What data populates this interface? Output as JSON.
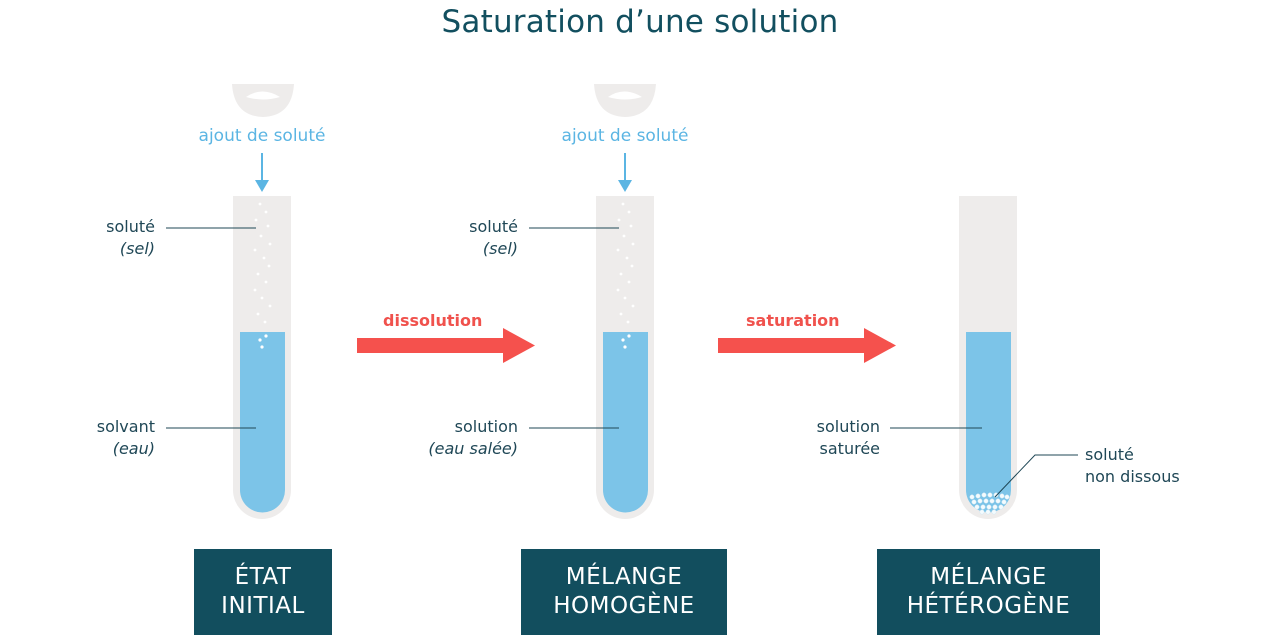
{
  "title": "Saturation d’une solution",
  "stages": [
    {
      "add_label": "ajout de soluté",
      "top_label": "soluté",
      "top_sub": "(sel)",
      "bottom_label": "solvant",
      "bottom_sub": "(eau)",
      "box_line1": "ÉTAT",
      "box_line2": "INITIAL"
    },
    {
      "add_label": "ajout de soluté",
      "top_label": "soluté",
      "top_sub": "(sel)",
      "bottom_label": "solution",
      "bottom_sub": "(eau salée)",
      "box_line1": "MÉLANGE",
      "box_line2": "HOMOGÈNE"
    },
    {
      "bottom_label": "solution",
      "bottom_sub": "saturée",
      "side_label": "soluté",
      "side_sub": "non dissous",
      "box_line1": "MÉLANGE",
      "box_line2": "HÉTÉROGÈNE"
    }
  ],
  "transitions": [
    {
      "label": "dissolution"
    },
    {
      "label": "saturation"
    }
  ],
  "colors": {
    "title": "#124f5f",
    "box": "#124e5e",
    "liquid": "#7cc4e8",
    "tube": "#eeeceb",
    "arrow": "#f5514d",
    "add_arrow": "#5bb5e3"
  }
}
